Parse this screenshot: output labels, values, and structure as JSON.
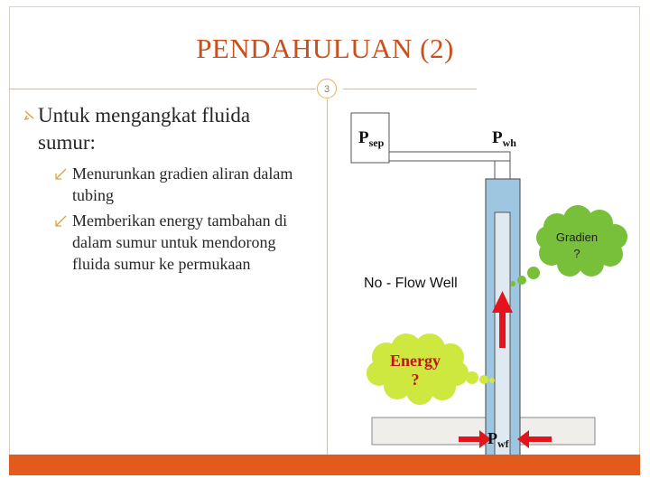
{
  "slide": {
    "title": "PENDAHULUAN (2)",
    "page_number": "3",
    "bullet_main": "Untuk mengangkat fluida sumur:",
    "sub_bullets": [
      "Menurunkan gradien aliran dalam tubing",
      "Memberikan energy tambahan di dalam sumur untuk mendorong fluida sumur ke permukaan"
    ]
  },
  "diagram": {
    "psep_main": "P",
    "psep_sub": "sep",
    "pwh_main": "P",
    "pwh_sub": "wh",
    "pwf_main": "P",
    "pwf_sub": "wf",
    "no_flow_label": "No - Flow Well",
    "gradien_line1": "Gradien",
    "gradien_line2": "?",
    "energy_line1": "Energy",
    "energy_line2": "?"
  },
  "colors": {
    "title": "#c9501c",
    "bottom_bar": "#e35b1c",
    "cloud_fill": "#78bf3a",
    "arrow": "#e3141c",
    "well_fill": "#9ec6e0"
  }
}
